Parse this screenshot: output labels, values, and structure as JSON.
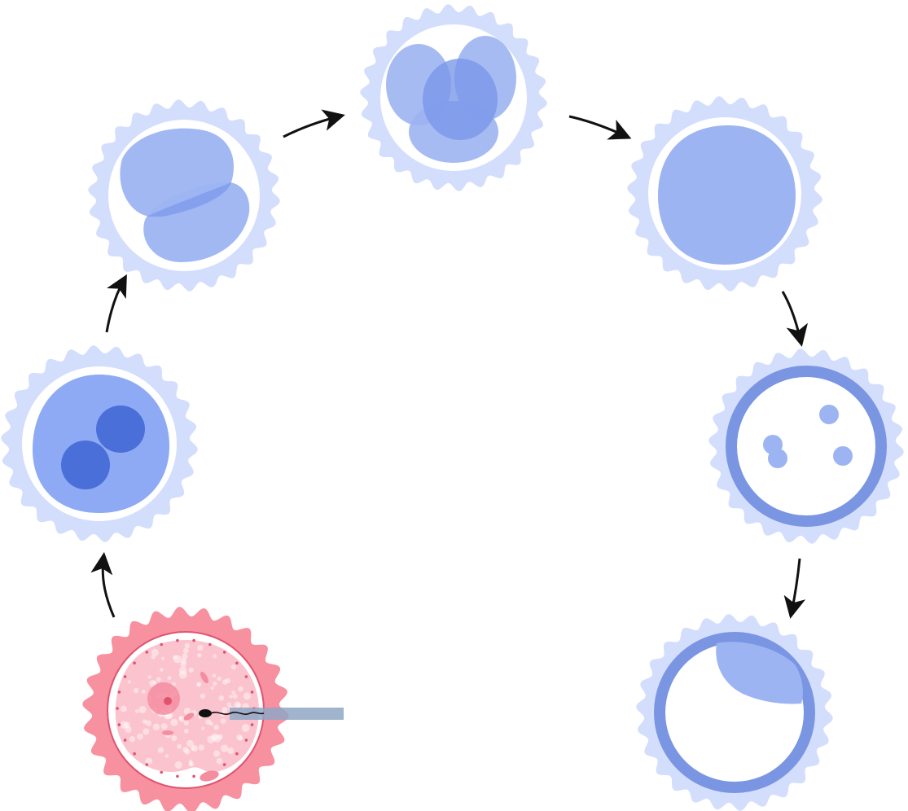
{
  "diagram": {
    "description_text": "",
    "stages": [
      {
        "key": "fertilization",
        "icon": "icsi-fertilization-icon"
      },
      {
        "key": "zygote",
        "icon": "zygote-pronuclei-icon"
      },
      {
        "key": "two_cell",
        "icon": "two-cell-embryo-icon"
      },
      {
        "key": "four_cell",
        "icon": "four-cell-embryo-icon"
      },
      {
        "key": "morula",
        "icon": "morula-icon"
      },
      {
        "key": "early_blastocyst",
        "icon": "early-blastocyst-icon"
      },
      {
        "key": "blastocyst",
        "icon": "blastocyst-icon"
      }
    ],
    "colors": {
      "zona_blue": "#d3defd",
      "cell_blue": "#9db4f2",
      "cell_blue_dark": "#7b97e8",
      "nucleus_blue": "#4a6fd8",
      "cytoplasm_blue": "#8eaaf4",
      "trophoblast_blue": "#7a95e2",
      "zona_pink": "#f7909f",
      "egg_pink": "#fbc3cd",
      "pink_accent": "#f48da0",
      "pink_dark": "#e0536f",
      "pipette": "#8fa7c5",
      "arrow": "#111111"
    }
  }
}
